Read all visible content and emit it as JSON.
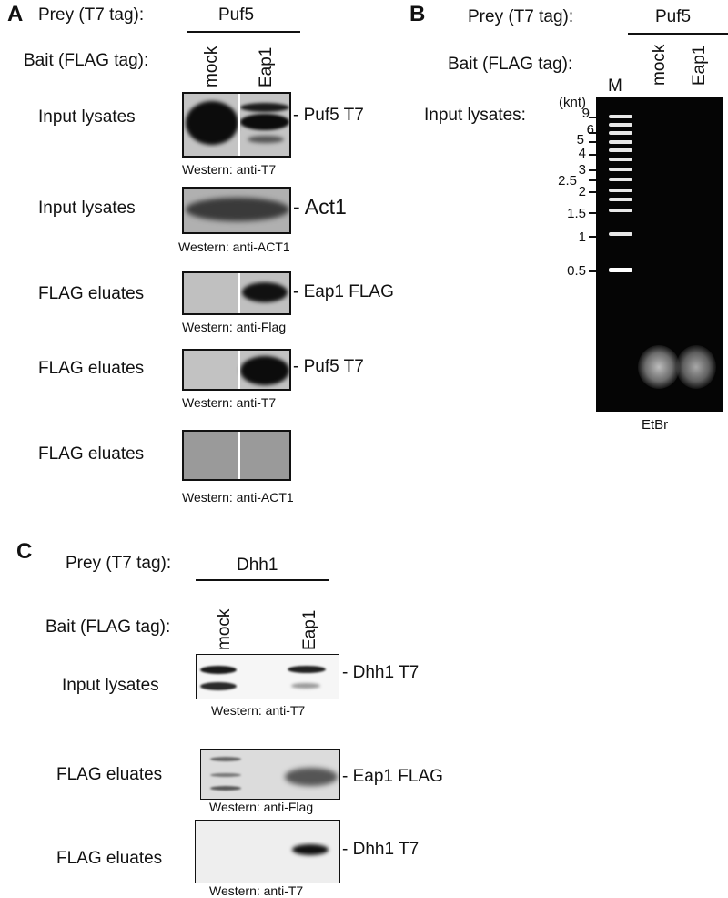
{
  "panel_a": {
    "letter": "A",
    "prey_label": "Prey (T7 tag):",
    "prey_name": "Puf5",
    "bait_label": "Bait (FLAG tag):",
    "lanes": [
      "mock",
      "Eap1"
    ],
    "blots": [
      {
        "row_label": "Input lysates",
        "band_label": "Puf5 T7",
        "western": "Western: anti-T7"
      },
      {
        "row_label": "Input lysates",
        "band_label": "Act1",
        "western": "Western: anti-ACT1"
      },
      {
        "row_label": "FLAG eluates",
        "band_label": "Eap1 FLAG",
        "western": "Western: anti-Flag"
      },
      {
        "row_label": "FLAG eluates",
        "band_label": "Puf5 T7",
        "western": "Western: anti-T7"
      },
      {
        "row_label": "FLAG eluates",
        "band_label": "",
        "western": "Western: anti-ACT1"
      }
    ]
  },
  "panel_b": {
    "letter": "B",
    "prey_label": "Prey (T7 tag):",
    "prey_name": "Puf5",
    "bait_label": "Bait (FLAG tag):",
    "marker": "M",
    "lanes": [
      "mock",
      "Eap1"
    ],
    "row_label": "Input lysates:",
    "unit": "(knt)",
    "size_markers": [
      "9",
      "6",
      "5",
      "4",
      "3",
      "2.5",
      "2",
      "1.5",
      "1",
      "0.5"
    ],
    "stain": "EtBr"
  },
  "panel_c": {
    "letter": "C",
    "prey_label": "Prey (T7 tag):",
    "prey_name": "Dhh1",
    "bait_label": "Bait (FLAG tag):",
    "lanes": [
      "mock",
      "Eap1"
    ],
    "blots": [
      {
        "row_label": "Input lysates",
        "band_label": "Dhh1 T7",
        "western": "Western: anti-T7"
      },
      {
        "row_label": "FLAG eluates",
        "band_label": "Eap1 FLAG",
        "western": "Western: anti-Flag"
      },
      {
        "row_label": "FLAG eluates",
        "band_label": "Dhh1 T7",
        "western": "Western: anti-T7"
      }
    ]
  }
}
